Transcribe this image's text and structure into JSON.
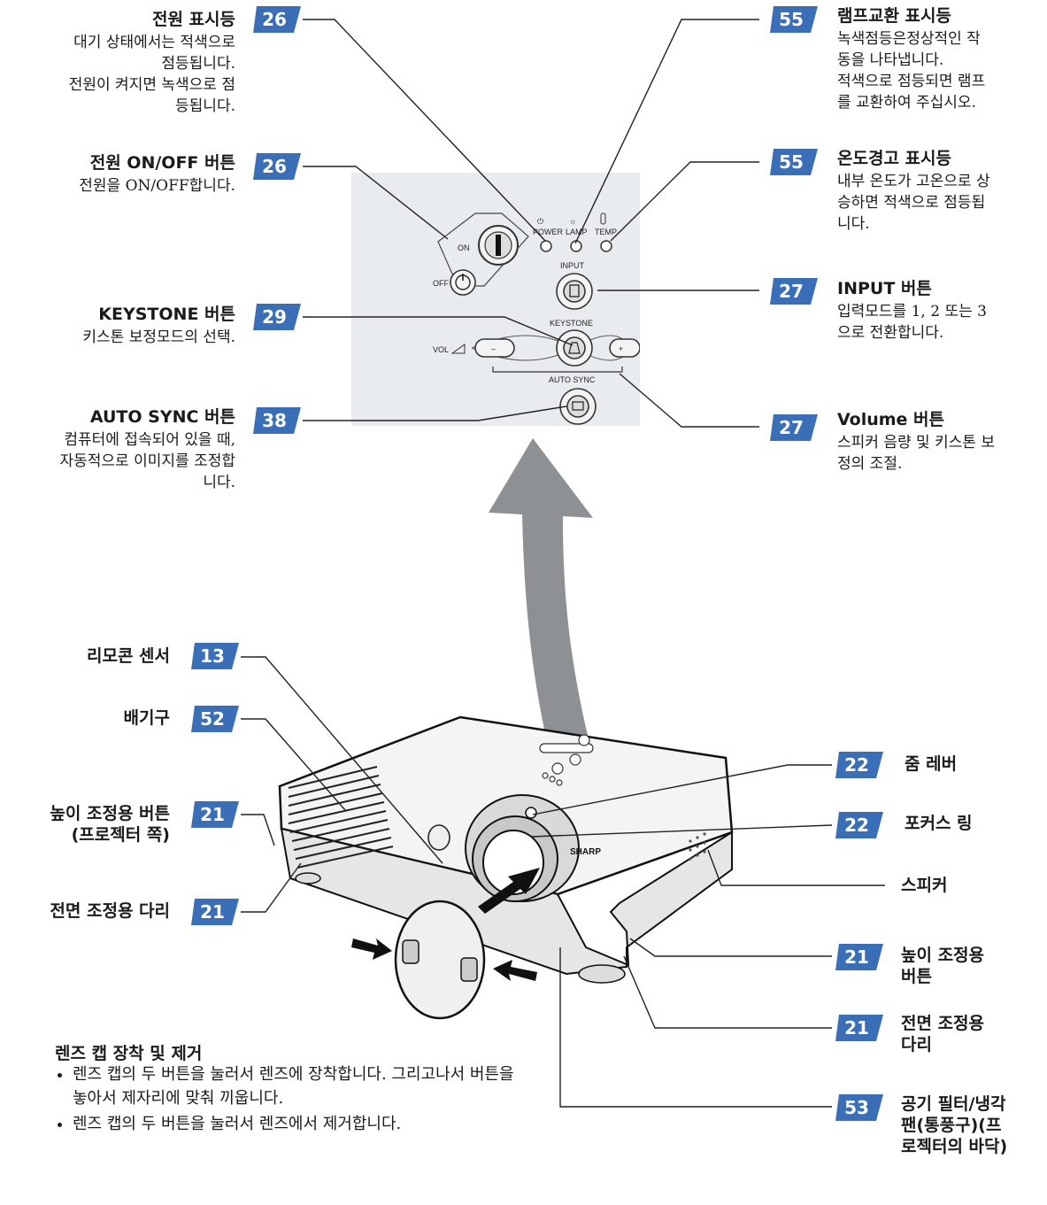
{
  "callouts": {
    "power_indicator": {
      "page": "26",
      "title": "전원 표시등",
      "desc": [
        "대기 상태에서는 적색으로",
        "점등됩니다.",
        "전원이 켜지면 녹색으로 점",
        "등됩니다."
      ]
    },
    "lamp_indicator": {
      "page": "55",
      "title": "램프교환 표시등",
      "desc": [
        "녹색점등은정상적인 작",
        "동을 나타냅니다.",
        "적색으로 점등되면 램프",
        "를 교환하여 주십시오."
      ]
    },
    "power_button": {
      "page": "26",
      "title": "전원 ON/OFF 버튼",
      "desc": [
        "전원을 ON/OFF합니다."
      ]
    },
    "temp_indicator": {
      "page": "55",
      "title": "온도경고 표시등",
      "desc": [
        "내부 온도가 고온으로 상",
        "승하면 적색으로 점등됩",
        "니다."
      ]
    },
    "input_button": {
      "page": "27",
      "title": "INPUT 버튼",
      "desc": [
        "입력모드를 1, 2 또는 3",
        "으로 전환합니다."
      ]
    },
    "keystone_button": {
      "page": "29",
      "title": "KEYSTONE 버튼",
      "desc": [
        "키스톤 보정모드의 선택."
      ]
    },
    "volume_button": {
      "page": "27",
      "title": "Volume 버튼",
      "desc": [
        "스피커 음량 및 키스톤 보",
        "정의 조절."
      ]
    },
    "autosync_button": {
      "page": "38",
      "title": "AUTO SYNC 버튼",
      "desc": [
        "컴퓨터에 접속되어 있을 때,",
        "자동적으로 이미지를 조정합",
        "니다."
      ]
    },
    "remote_sensor": {
      "page": "13",
      "title": "리모콘 센서"
    },
    "exhaust": {
      "page": "52",
      "title": "배기구"
    },
    "height_button_left": {
      "page": "21",
      "title": [
        "높이 조정용 버튼",
        "(프로젝터 쪽)"
      ]
    },
    "front_foot_left": {
      "page": "21",
      "title": "전면 조정용 다리"
    },
    "zoom_lever": {
      "page": "22",
      "title": "줌 레버"
    },
    "focus_ring": {
      "page": "22",
      "title": "포커스 링"
    },
    "speaker": {
      "title": "스피커"
    },
    "height_button_right": {
      "page": "21",
      "title": [
        "높이 조정용",
        "버튼"
      ]
    },
    "front_foot_right": {
      "page": "21",
      "title": [
        "전면 조정용",
        "다리"
      ]
    },
    "air_filter": {
      "page": "53",
      "title": [
        "공기 필터/냉각",
        "팬(통풍구)(프",
        "로젝터의 바닥)"
      ]
    }
  },
  "panel": {
    "power": "POWER",
    "lamp": "LAMP",
    "temp": "TEMP",
    "on": "ON",
    "off": "OFF",
    "input": "INPUT",
    "keystone": "KEYSTONE",
    "vol": "VOL",
    "minus": "–",
    "plus": "+",
    "autosync": "AUTO SYNC"
  },
  "projector": {
    "brand": "SHARP"
  },
  "lens_cap": {
    "title": "렌즈 캡 장착 및 제거",
    "bullets": [
      "렌즈 캡의 두 버튼을 눌러서 렌즈에 장착합니다. 그리고나서 버튼을 놓아서 제자리에 맞춰 끼웁니다.",
      "렌즈 캡의 두 버튼을 눌러서 렌즈에서 제거합니다."
    ]
  },
  "colors": {
    "badge": "#3a6fb7",
    "panel_bg": "#e9ecee",
    "line": "#222222",
    "arrow": "#8a8d8f"
  }
}
